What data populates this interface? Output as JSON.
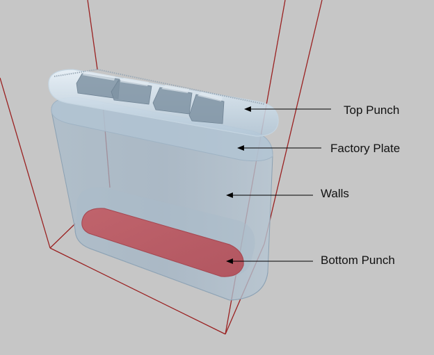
{
  "labels": {
    "top_punch": "Top Punch",
    "factory_plate": "Factory Plate",
    "walls": "Walls",
    "bottom_punch": "Bottom Punch"
  },
  "colors": {
    "background": "#c6c6c6",
    "frame": "#9a2020",
    "body": "#9fb4c6",
    "bottom_punch": "#c05560",
    "arrow": "#000000"
  }
}
